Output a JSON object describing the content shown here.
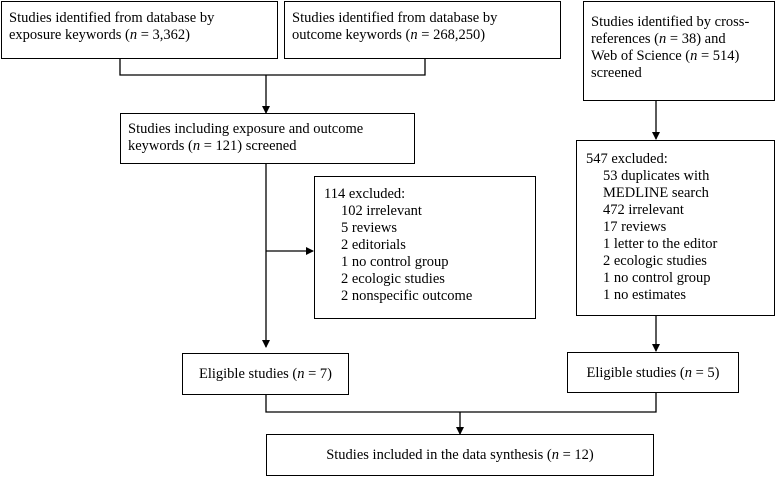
{
  "boxes": {
    "db_exposure": {
      "line1": "Studies identified from database by",
      "line2_pre": "exposure keywords (",
      "n_label": "n",
      "line2_post": " = 3,362)"
    },
    "db_outcome": {
      "line1": "Studies identified from database by",
      "line2_pre": "outcome keywords (",
      "n_label": "n",
      "line2_post": " = 268,250)"
    },
    "crossref": {
      "line1": "Studies identified by cross-",
      "line2_pre": "references (",
      "n_label": "n",
      "line2_post": " = 38) and",
      "line3_pre": "Web of Science (",
      "line3_post": " = 514)",
      "line4": "screened"
    },
    "combined": {
      "line1": "Studies including exposure and outcome",
      "line2_pre": "keywords (",
      "n_label": "n",
      "line2_post": " = 121) screened"
    },
    "excluded_left": {
      "title": "114 excluded:",
      "items": [
        "102 irrelevant",
        "5 reviews",
        "2 editorials",
        "1 no control group",
        "2 ecologic studies",
        "2 nonspecific outcome"
      ]
    },
    "excluded_right": {
      "title": "547 excluded:",
      "items": [
        "53 duplicates with",
        "MEDLINE search",
        "472 irrelevant",
        "17 reviews",
        "1 letter to the editor",
        "2 ecologic studies",
        "1 no control group",
        "1 no estimates"
      ]
    },
    "eligible_left": {
      "pre": "Eligible studies (",
      "n_label": "n",
      "post": " = 7)"
    },
    "eligible_right": {
      "pre": "Eligible studies (",
      "n_label": "n",
      "post": " = 5)"
    },
    "synthesis": {
      "pre": "Studies included in the data synthesis (",
      "n_label": "n",
      "post": " = 12)"
    }
  }
}
